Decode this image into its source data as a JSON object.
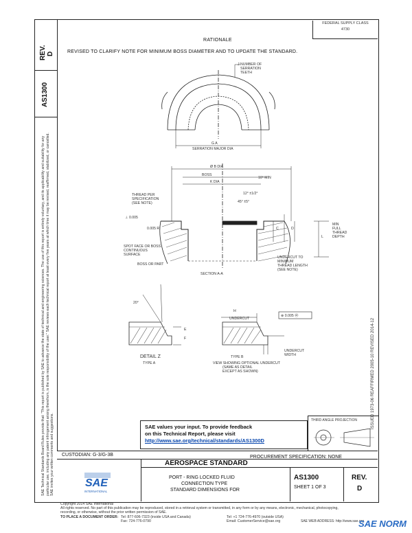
{
  "header": {
    "rev_label": "REV.",
    "rev_value": "D",
    "doc_number": "AS1300",
    "federal_line1": "FEDERAL SUPPLY CLASS",
    "federal_line2": "4730"
  },
  "rationale": {
    "title": "RATIONALE",
    "text": "REVISED TO CLARIFY NOTE FOR MINIMUM BOSS DIAMETER AND TO UPDATE THE STANDARD."
  },
  "side_strip": {
    "legal_text": "SAE Technical Standards Board Rules provide that: \"This report is published by SAE to advance the state of technical and engineering sciences. The use of this report is entirely voluntary, and its applicability and suitability for any particular use, including any patent infringement arising therefrom, is the sole responsibility of the user.\" SAE reviews each technical report at least every five years at which time it may be revised, reaffirmed, stabilized, or cancelled. SAE invites your written comments and suggestions.",
    "history": "ISSUED 1973-06   REAFFIRMED 2005-10   REVISED 2014-12"
  },
  "drawing": {
    "top_label_1": "J NUMBER OF",
    "top_label_2": "SERRATION",
    "top_label_3": "TEETH",
    "dim_g": "G  A",
    "serration_major": "SERRATION MAJOR DIA",
    "dim_bdia": "Ø B DIA",
    "boss": "BOSS",
    "dim_k": "K DIA",
    "note_10": "10° MIN",
    "note_45": "45° ±5°",
    "note_12": "12° ±1/2°",
    "thread_label_1": "THREAD PER",
    "thread_label_2": "SPECIFICATION",
    "thread_label_3": "(SEE NOTE)",
    "perp": "⊥ 0.005",
    "finish": "0.005 R",
    "spot_face_1": "SPOT FACE OR BOSS",
    "spot_face_2": "CONTINUOUS",
    "spot_face_3": "SURFACE",
    "dim_c": "C",
    "dim_d": "D",
    "dim_l": "L",
    "full_thread_1": "MIN",
    "full_thread_2": "FULL",
    "full_thread_3": "THREAD",
    "full_thread_4": "DEPTH",
    "undercut_1": "UNDERCUT TO",
    "undercut_2": "MINIMUM",
    "undercut_3": "THREAD LENGTH",
    "undercut_4": "(SEE NOTE)",
    "boss_label": "BOSS OR PART",
    "section": "SECTION A-A",
    "angle_20": "20°",
    "dim_e": "E",
    "dim_f": "F",
    "dim_h": "H",
    "undercut_label": "UNDERCUT",
    "tolerance_box": "⊕ 0.005 Ⓜ",
    "undercut_width_1": "UNDERCUT",
    "undercut_width_2": "WIDTH",
    "detail_z": "DETAIL  Z",
    "type_a": "TYPE A",
    "type_b": "TYPE B",
    "view_1": "VIEW SHOWING OPTIONAL UNDERCUT",
    "view_2": "(SAME AS DETAIL",
    "view_3": "EXCEPT AS SHOWN)"
  },
  "feedback": {
    "line1": "SAE values your input. To provide feedback",
    "line2": "on this Technical Report, please visit",
    "link": "http://www.sae.org/technical/standards/AS1300D"
  },
  "projection": {
    "label": "THIRD ANGLE PROJECTION"
  },
  "title_block": {
    "custodian": "CUSTODIAN: G-3/G-3B",
    "procurement": "PROCUREMENT SPECIFICATION: NONE",
    "logo": "SAE",
    "logo_sub": "INTERNATIONAL",
    "standard": "AEROSPACE STANDARD",
    "title_line1": "PORT - RING LOCKED FLUID",
    "title_line2": "CONNECTION TYPE",
    "title_line3": "STANDARD DIMENSIONS FOR",
    "doc_number": "AS1300",
    "sheet": "SHEET 1 OF 3",
    "rev_label": "REV.",
    "rev_value": "D"
  },
  "footer": {
    "copyright": "Copyright 2014 SAE International",
    "rights": "All rights reserved. No part of this publication may be reproduced, stored in a retrieval system or transmitted, in any form or by any means, electronic, mechanical, photocopying,",
    "rights2": "recording, or otherwise, without the prior written permission of SAE.",
    "order_label": "TO PLACE A DOCUMENT ORDER:",
    "tel_us": "Tel: 877-606-7323 (inside USA and Canada)",
    "tel_int": "Tel: +1 724-776-4970 (outside USA)",
    "fax": "Fax: 724-776-0790",
    "email": "Email: CustomerService@sae.org",
    "web": "SAE WEB ADDRESS: http://www.sae.org",
    "watermark": "SAE NORM"
  }
}
